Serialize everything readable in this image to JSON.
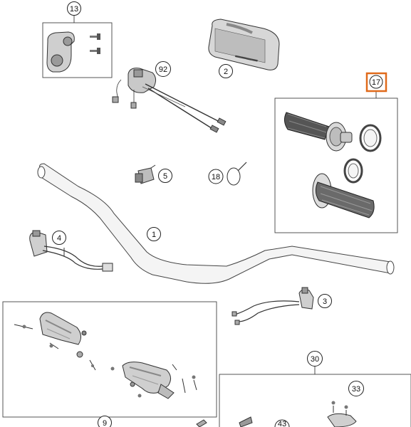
{
  "callouts": {
    "c13": "13",
    "c2": "2",
    "c92": "92",
    "c17": "17",
    "c5": "5",
    "c18": "18",
    "c1": "1",
    "c4": "4",
    "c3": "3",
    "c30": "30",
    "c33": "33",
    "c9": "9",
    "c_partial": "43"
  },
  "colors": {
    "highlight": "#e06a1b",
    "line": "#333333",
    "part_fill": "#d8d8d8",
    "part_dark": "#6e6e6e"
  },
  "highlighted_callout": "17"
}
